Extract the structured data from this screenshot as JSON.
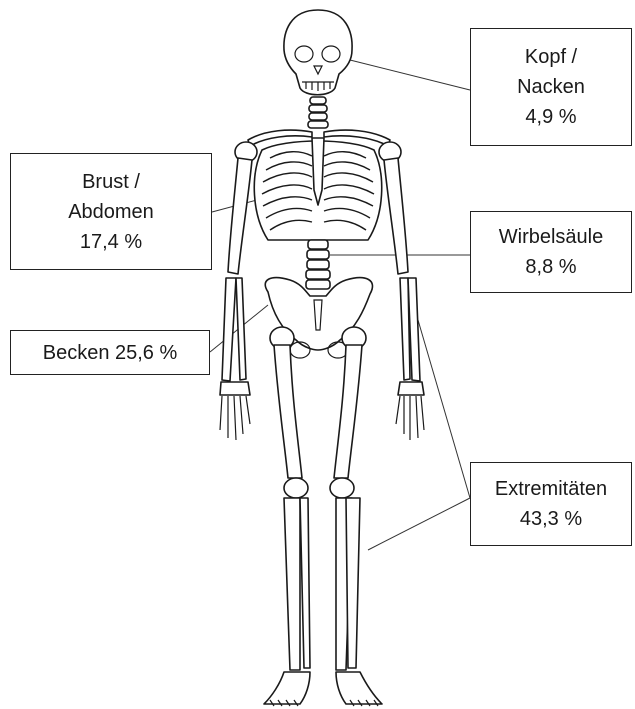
{
  "labels": {
    "kopf": {
      "line1": "Kopf /",
      "line2": "Nacken",
      "value": "4,9 %"
    },
    "brust": {
      "line1": "Brust /",
      "line2": "Abdomen",
      "value": "17,4 %"
    },
    "wirbel": {
      "line1": "Wirbelsäule",
      "value": "8,8 %"
    },
    "becken": {
      "text": "Becken 25,6 %"
    },
    "extrem": {
      "line1": "Extremitäten",
      "value": "43,3 %"
    }
  }
}
